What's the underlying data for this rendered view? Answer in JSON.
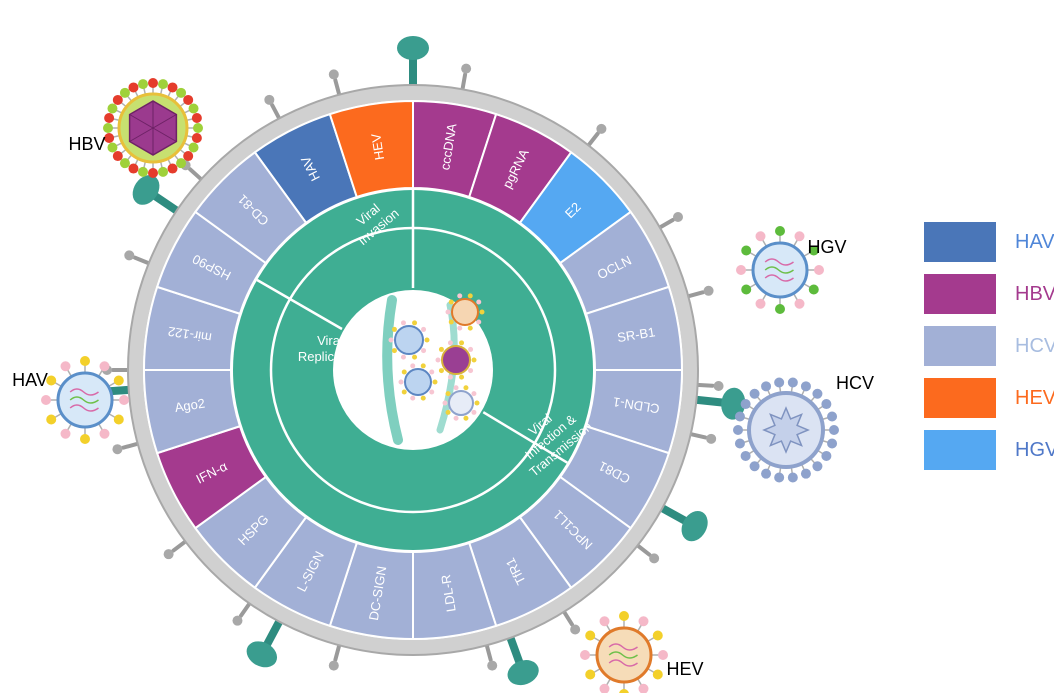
{
  "colors": {
    "HAV": "#4a76b8",
    "HBV": "#a43a8e",
    "HCV": "#a2b0d6",
    "HEV": "#fc6a1e",
    "HGV": "#55a8f2",
    "core": "#3fae93",
    "membrane": "#b8b8b8"
  },
  "legend": [
    {
      "label": "HAV",
      "color": "#4a76b8",
      "text_color": "#4f86d8"
    },
    {
      "label": "HBV",
      "color": "#a43a8e",
      "text_color": "#a43a8e"
    },
    {
      "label": "HCV",
      "color": "#a2b0d6",
      "text_color": "#a8bde0"
    },
    {
      "label": "HEV",
      "color": "#fc6a1e",
      "text_color": "#fc6a1e"
    },
    {
      "label": "HGV",
      "color": "#55a8f2",
      "text_color": "#4f78c8"
    }
  ],
  "outer_ring": [
    {
      "label": "HAV",
      "virus": "HAV"
    },
    {
      "label": "HEV",
      "virus": "HEV"
    },
    {
      "label": "cccDNA",
      "virus": "HBV"
    },
    {
      "label": "pgRNA",
      "virus": "HBV"
    },
    {
      "label": "E2",
      "virus": "HGV"
    },
    {
      "label": "OCLN",
      "virus": "HCV"
    },
    {
      "label": "SR-B1",
      "virus": "HCV"
    },
    {
      "label": "CLDN-1",
      "virus": "HCV"
    },
    {
      "label": "CD81",
      "virus": "HCV"
    },
    {
      "label": "NPC1L1",
      "virus": "HCV"
    },
    {
      "label": "TfR1",
      "virus": "HCV"
    },
    {
      "label": "LDL-R",
      "virus": "HCV"
    },
    {
      "label": "DC-SIGN",
      "virus": "HCV"
    },
    {
      "label": "L-SIGN",
      "virus": "HCV"
    },
    {
      "label": "HSPG",
      "virus": "HCV"
    },
    {
      "label": "IFN-α",
      "virus": "HBV"
    },
    {
      "label": "Ago2",
      "virus": "HCV"
    },
    {
      "label": "mir-122",
      "virus": "HCV"
    },
    {
      "label": "HSP90",
      "virus": "HCV"
    },
    {
      "label": "CD-81",
      "virus": "HCV"
    }
  ],
  "stages": [
    {
      "label_lines": [
        "Viral",
        "Invasion"
      ]
    },
    {
      "label_lines": [
        "Viral",
        "Infection &",
        "Transmission"
      ]
    },
    {
      "label_lines": [
        "Viral",
        "Replication"
      ]
    }
  ],
  "viruses": [
    {
      "label": "HBV",
      "icon": "hbv-virion-icon"
    },
    {
      "label": "HGV",
      "icon": "hgv-virion-icon"
    },
    {
      "label": "HAV",
      "icon": "hav-virion-icon"
    },
    {
      "label": "HCV",
      "icon": "hcv-virion-icon"
    },
    {
      "label": "HEV",
      "icon": "hev-virion-icon"
    }
  ]
}
